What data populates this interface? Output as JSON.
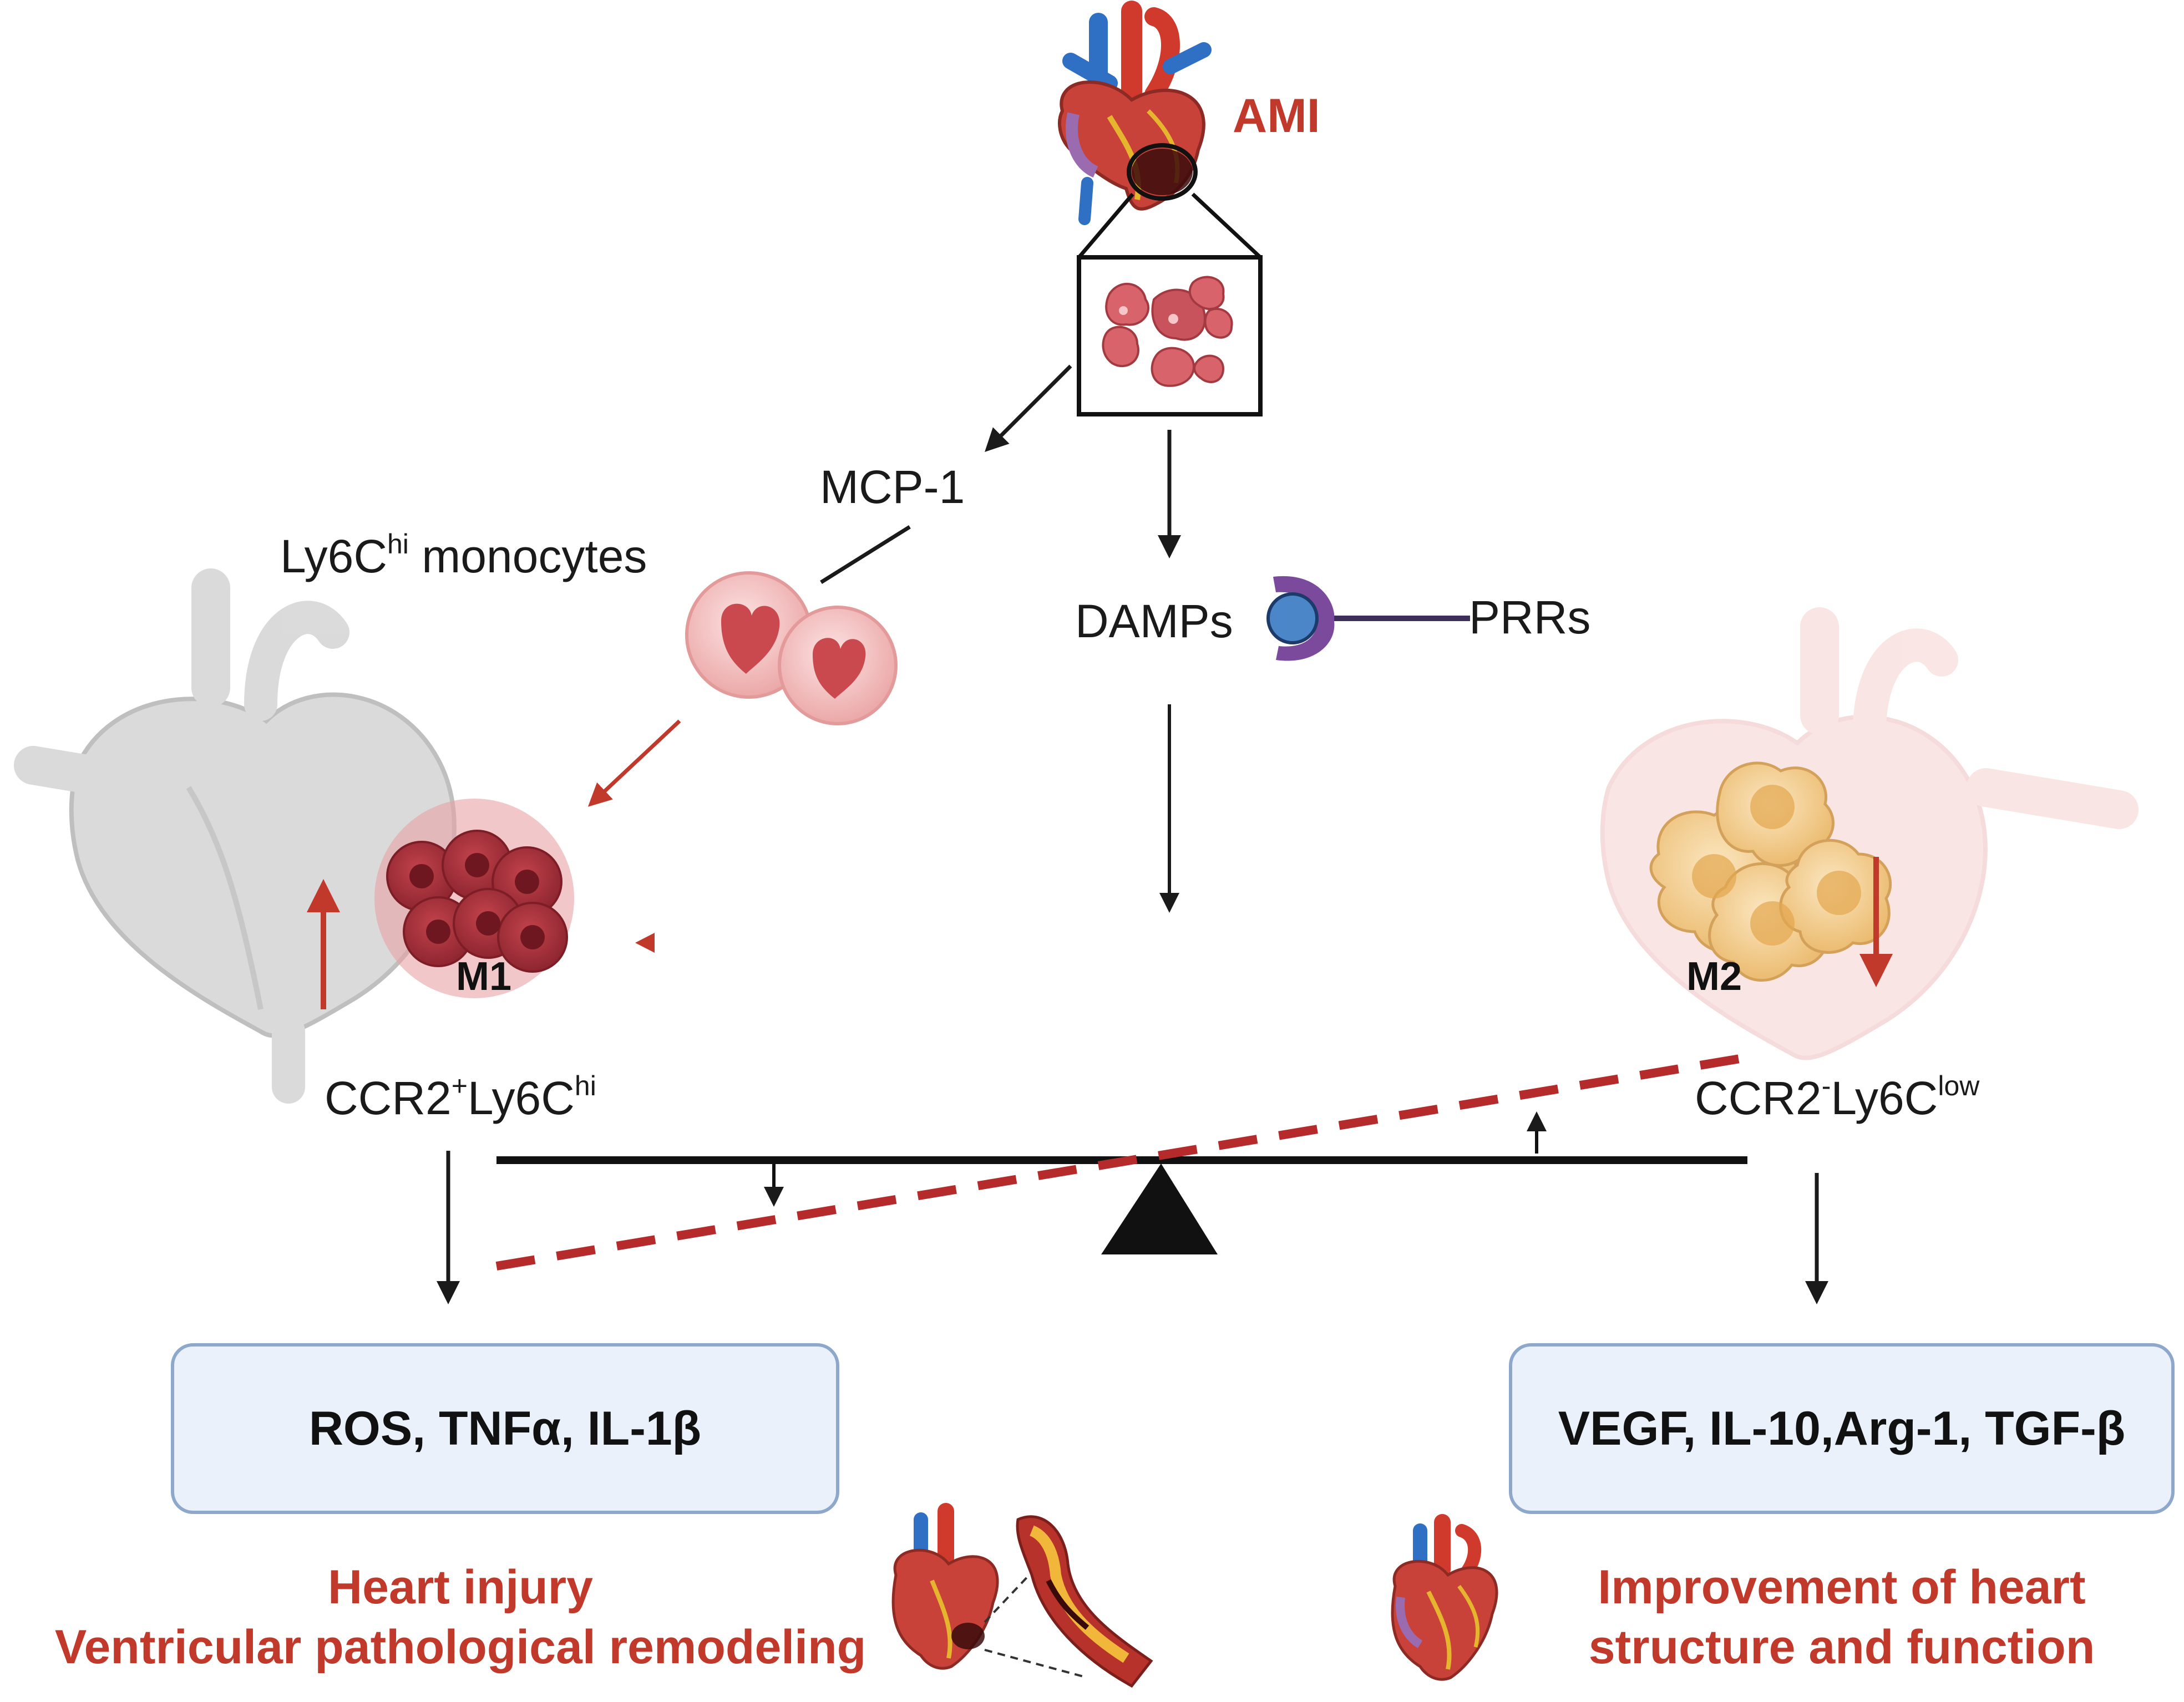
{
  "trigger": {
    "label": "AMI"
  },
  "labels": {
    "mcp1": "MCP-1",
    "monocytes_main": "Ly6C",
    "monocytes_sup": "hi",
    "monocytes_tail": " monocytes",
    "damps": "DAMPs",
    "prrs": "PRRs",
    "m1": "M1",
    "m2": "M2",
    "m1_marker_a": "CCR2",
    "m1_marker_a_sup": "+",
    "m1_marker_b": "Ly6C",
    "m1_marker_b_sup": "hi",
    "m2_marker_a": "CCR2",
    "m2_marker_a_sup": "-",
    "m2_marker_b": "Ly6C",
    "m2_marker_b_sup": "low"
  },
  "boxes": {
    "left": "ROS, TNFα, IL-1β",
    "right": "VEGF, IL-10,Arg-1, TGF-β"
  },
  "outcomes": {
    "left_line1": "Heart injury",
    "left_line2": "Ventricular pathological remodeling",
    "right_line1": "Improvement of heart",
    "right_line2": "structure and function"
  },
  "colors": {
    "accent_red": "#c0392b",
    "box_fill": "#eaf1fb",
    "box_border": "#8ea8cc",
    "m1_cell": "#a8323a",
    "m2_cell": "#f2cf8e",
    "receptor_purple": "#7b4a9c",
    "ligand_blue": "#4a86c8"
  },
  "icons": [
    "heart-icon",
    "infarct-tissue-icon",
    "monocyte-icon",
    "receptor-icon",
    "m1-macrophage-cluster-icon",
    "m2-macrophage-cluster-icon",
    "seesaw-icon",
    "artery-icon"
  ]
}
